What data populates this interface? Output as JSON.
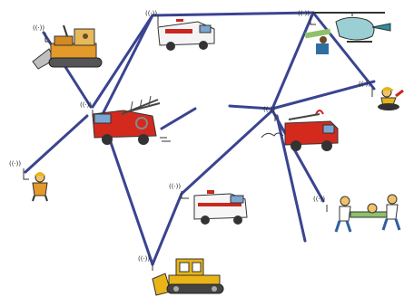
{
  "colors": {
    "link": "#3a4490",
    "fire_red": "#d42a1e",
    "dozer_yellow": "#e8b418",
    "ambulance_red": "#c8281e",
    "heli_teal": "#2f8f9a"
  },
  "nodes": [
    {
      "id": "bulldozer-top",
      "icon": "bulldozer-icon"
    },
    {
      "id": "ambulance-top",
      "icon": "ambulance-icon"
    },
    {
      "id": "helicopter",
      "icon": "helicopter-icon"
    },
    {
      "id": "firefighter-right",
      "icon": "firefighter-icon"
    },
    {
      "id": "fire-truck-left",
      "icon": "fire-truck-icon"
    },
    {
      "id": "fire-truck-right",
      "icon": "fire-truck-icon"
    },
    {
      "id": "firefighter-left",
      "icon": "firefighter-icon"
    },
    {
      "id": "ambulance-mid",
      "icon": "ambulance-icon"
    },
    {
      "id": "rescuers",
      "icon": "stretcher-rescue-icon"
    },
    {
      "id": "bulldozer-bottom",
      "icon": "bulldozer-icon"
    }
  ],
  "signal_glyph": "((·))"
}
